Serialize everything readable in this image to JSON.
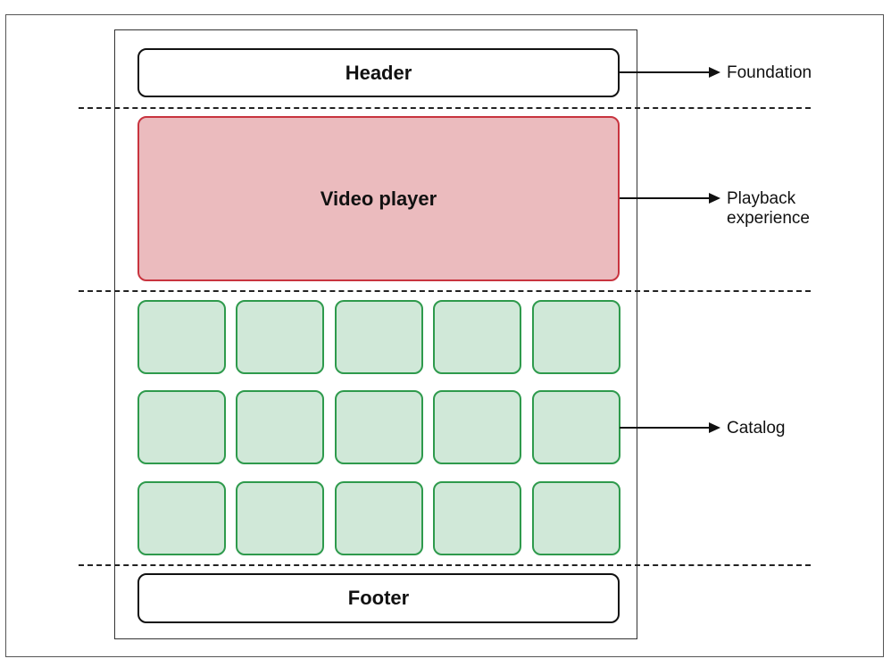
{
  "diagram": {
    "components": {
      "header": "Header",
      "video_player": "Video player",
      "footer": "Footer",
      "catalog_tiles": 15
    },
    "annotations": {
      "foundation": "Foundation",
      "playback_line1": "Playback",
      "playback_line2": "experience",
      "catalog": "Catalog"
    },
    "colors": {
      "video_fill": "#ebbbbe",
      "video_border": "#c8343f",
      "tile_fill": "#d0e8d8",
      "tile_border": "#2e9a4c"
    }
  }
}
